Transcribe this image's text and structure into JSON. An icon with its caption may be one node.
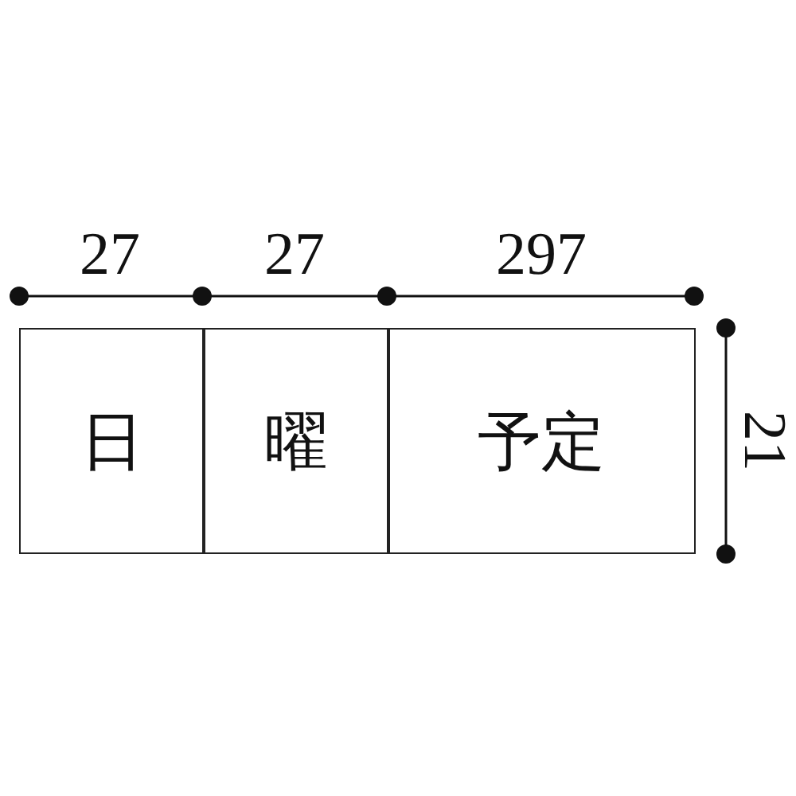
{
  "diagram": {
    "nodes": [
      {
        "text": [
          "日"
        ]
      },
      {
        "text": [
          "曜"
        ]
      },
      {
        "text": [
          "予定"
        ]
      }
    ],
    "labels": [
      "27",
      "27",
      "297",
      "21"
    ]
  }
}
